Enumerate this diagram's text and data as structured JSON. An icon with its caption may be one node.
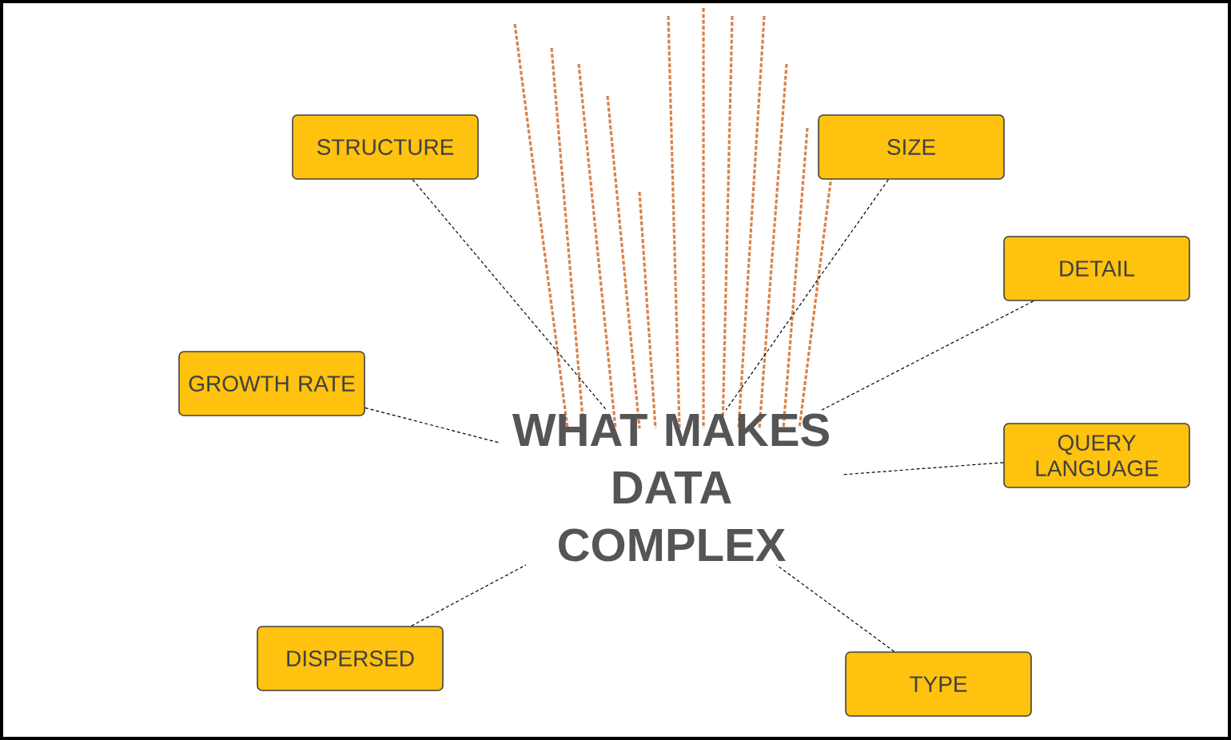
{
  "diagram": {
    "nodes": [
      {
        "text": [
          "WHAT MAKES DATA COMPLEX"
        ]
      },
      {
        "text": [
          "STRUCTURE"
        ]
      },
      {
        "text": [
          "SIZE"
        ]
      },
      {
        "text": [
          "DETAIL"
        ]
      },
      {
        "text": [
          "GROWTH RATE"
        ]
      },
      {
        "text": [
          "QUERY LANGUAGE"
        ]
      },
      {
        "text": [
          "DISPERSED"
        ]
      },
      {
        "text": [
          "TYPE"
        ]
      }
    ],
    "edges": [
      {
        "from": 1,
        "to": 0,
        "arrow": "none",
        "style": "dashed"
      },
      {
        "from": 2,
        "to": 0,
        "arrow": "none",
        "style": "dashed"
      },
      {
        "from": 3,
        "to": 0,
        "arrow": "none",
        "style": "dashed"
      },
      {
        "from": 4,
        "to": 0,
        "arrow": "none",
        "style": "dashed"
      },
      {
        "from": 5,
        "to": 0,
        "arrow": "none",
        "style": "dashed"
      },
      {
        "from": 6,
        "to": 0,
        "arrow": "none",
        "style": "dashed"
      },
      {
        "from": 7,
        "to": 0,
        "arrow": "none",
        "style": "dashed"
      }
    ]
  }
}
